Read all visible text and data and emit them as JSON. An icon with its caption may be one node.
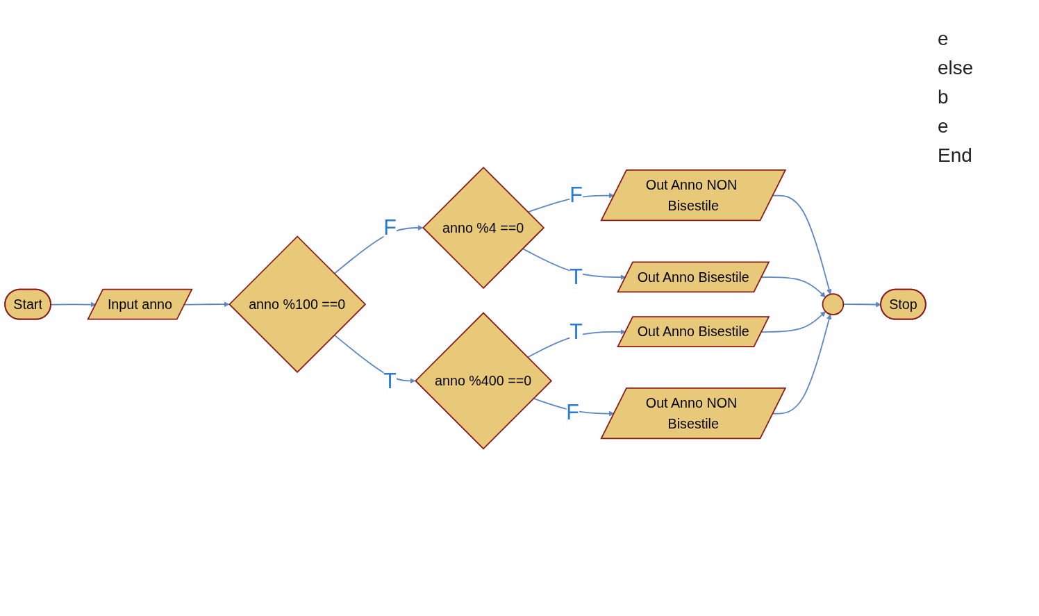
{
  "diagram": {
    "nodes": [
      {
        "text": [
          "Start"
        ]
      },
      {
        "text": [
          "Input anno"
        ]
      },
      {
        "text": [
          "anno %100 ==0"
        ]
      },
      {
        "text": [
          "anno %4 ==0"
        ]
      },
      {
        "text": [
          "Out Anno NON Bisestile"
        ]
      },
      {
        "text": [
          "Out Anno Bisestile"
        ]
      },
      {
        "text": [
          "anno %400 ==0"
        ]
      },
      {
        "text": [
          "Out Anno Bisestile"
        ]
      },
      {
        "text": [
          "Out Anno NON Bisestile"
        ]
      },
      {
        "text": [],
        "shape": "circle"
      },
      {
        "text": [
          "Stop"
        ]
      }
    ],
    "edges": [
      {
        "from": 0,
        "to": 1,
        "arrow": "to"
      },
      {
        "from": 1,
        "to": 2,
        "arrow": "to"
      },
      {
        "from": 2,
        "to": 3,
        "label": "F",
        "arrow": "to"
      },
      {
        "from": 3,
        "to": 4,
        "label": "F",
        "arrow": "to"
      },
      {
        "from": 3,
        "to": 5,
        "label": "T",
        "arrow": "to"
      },
      {
        "from": 2,
        "to": 6,
        "label": "T",
        "arrow": "to"
      },
      {
        "from": 6,
        "to": 7,
        "label": "T",
        "arrow": "to"
      },
      {
        "from": 6,
        "to": 8,
        "label": "F",
        "arrow": "to"
      },
      {
        "from": 4,
        "to": 9,
        "arrow": "to"
      },
      {
        "from": 5,
        "to": 9,
        "arrow": "to"
      },
      {
        "from": 7,
        "to": 9,
        "arrow": "to"
      },
      {
        "from": 8,
        "to": 9,
        "arrow": "to"
      },
      {
        "from": 9,
        "to": 10,
        "arrow": "to"
      }
    ],
    "labels": [
      "e",
      "else",
      "b",
      "e",
      "End"
    ]
  }
}
